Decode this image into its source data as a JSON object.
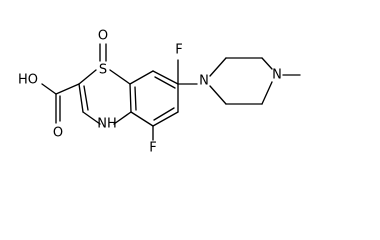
{
  "molecule": {
    "atom_labels": {
      "acid_hydroxyl": "HO",
      "carbonyl_oxygen": "O",
      "sulfoxide_oxygen": "O",
      "ring_sulfur": "S",
      "ring_nitrogen_h": "NH",
      "ring_nitrogen_h_prefix": "H",
      "fluorine_top": "F",
      "fluorine_bottom": "F",
      "piperazine_nitrogen_1": "N",
      "piperazine_nitrogen_2": "N"
    },
    "colors": {
      "ink": "#000000",
      "background": "#ffffff"
    }
  }
}
